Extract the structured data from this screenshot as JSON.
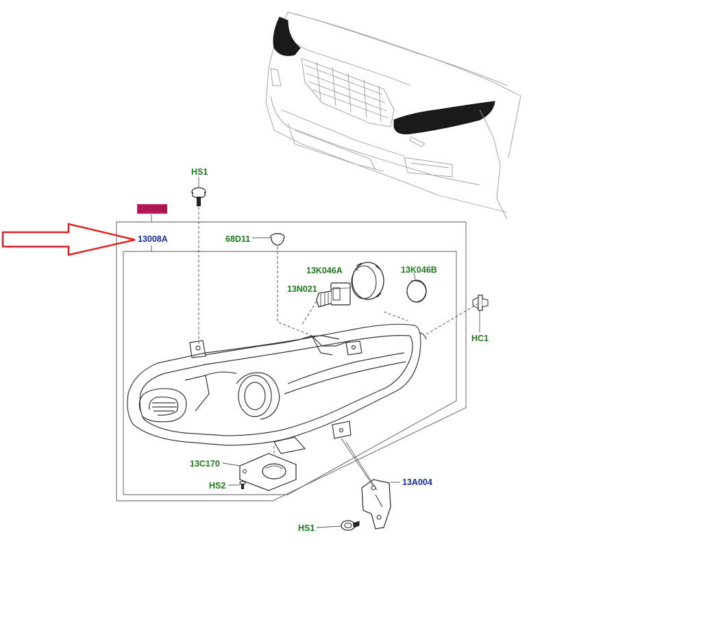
{
  "diagram": {
    "labels": {
      "hs1_top": "HS1",
      "assembly_highlight": "13008B",
      "assembly": "13008A",
      "cap": "68D11",
      "cover_a": "13K046A",
      "cover_b": "13K046B",
      "bulb": "13N021",
      "clip": "HC1",
      "module": "13C170",
      "screw_small": "HS2",
      "bracket": "13A004",
      "hs1_bottom": "HS1"
    },
    "colors": {
      "part_number_green": "#1c7a1c",
      "part_number_blue": "#1a2a9a",
      "highlight_fill": "#c8186e",
      "arrow": "#e02020"
    }
  }
}
